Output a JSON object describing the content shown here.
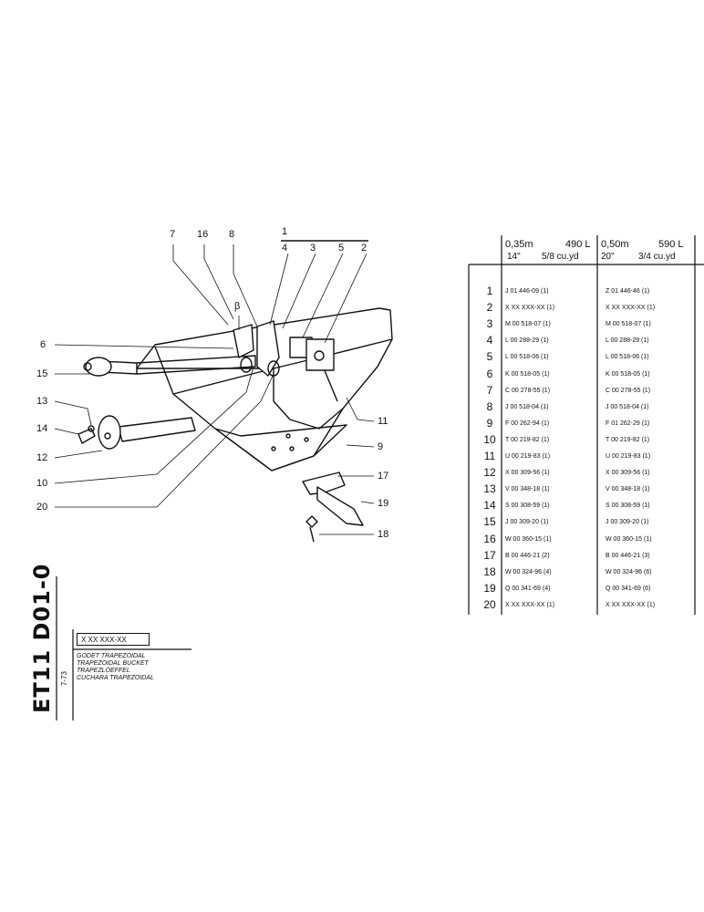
{
  "callouts": {
    "n1": "1",
    "n2": "2",
    "n3": "3",
    "n4": "4",
    "n5": "5",
    "n6": "6",
    "n7": "7",
    "n8": "8",
    "n9": "9",
    "n10": "10",
    "n11": "11",
    "n12": "12",
    "n13": "13",
    "n14": "14",
    "n15": "15",
    "n16": "16",
    "n17": "17",
    "n18": "18",
    "n19": "19",
    "n20": "20",
    "beta": "β"
  },
  "catalog": {
    "code": "ET11 D01-0",
    "date": "7-73",
    "part_number": "X XX XXX-XX",
    "names": [
      "GODET TRAPEZOIDAL",
      "TRAPEZOIDAL BUCKET",
      "TRAPEZLOEFFEL",
      "CUCHARA TRAPEZOIDAL"
    ]
  },
  "table": {
    "col1": {
      "capacity_m": "0,35m",
      "capacity_l": "490 L",
      "width_in": "14\"",
      "cu_yd": "5/8 cu.yd"
    },
    "col2": {
      "capacity_m": "0,50m",
      "capacity_l": "590 L",
      "width_in": "20\"",
      "cu_yd": "3/4 cu.yd"
    },
    "rows": [
      {
        "num": "1",
        "c1": "J 01 446-09  (1)",
        "c2": "Z 01 446-46  (1)"
      },
      {
        "num": "2",
        "c1": "X XX XXX-XX  (1)",
        "c2": "X XX XXX-XX  (1)"
      },
      {
        "num": "3",
        "c1": "M 00 518-07  (1)",
        "c2": "M 00 518-07  (1)"
      },
      {
        "num": "4",
        "c1": "L 00 288-29  (1)",
        "c2": "L 00 288-29  (1)"
      },
      {
        "num": "5",
        "c1": "L 00 518-06  (1)",
        "c2": "L 00 518-06  (1)"
      },
      {
        "num": "6",
        "c1": "K 00 518-05  (1)",
        "c2": "K 00 518-05  (1)"
      },
      {
        "num": "7",
        "c1": "C 00 278-55  (1)",
        "c2": "C 00 278-55  (1)"
      },
      {
        "num": "8",
        "c1": "J 00 518-04  (1)",
        "c2": "J 00 518-04  (1)"
      },
      {
        "num": "9",
        "c1": "F 00 262-94  (1)",
        "c2": "F 01 262-29  (1)"
      },
      {
        "num": "10",
        "c1": "T 00 219-82  (1)",
        "c2": "T 00 219-82  (1)"
      },
      {
        "num": "11",
        "c1": "U 00 219-83  (1)",
        "c2": "U 00 219-83  (1)"
      },
      {
        "num": "12",
        "c1": "X 00 309-56  (1)",
        "c2": "X 00 309-56  (1)"
      },
      {
        "num": "13",
        "c1": "V 00 348-18  (1)",
        "c2": "V 00 348-18  (1)"
      },
      {
        "num": "14",
        "c1": "S 00 308-59  (1)",
        "c2": "S 00 308-59  (1)"
      },
      {
        "num": "15",
        "c1": "J 00 309-20  (1)",
        "c2": "J 00 309-20  (1)"
      },
      {
        "num": "16",
        "c1": "W 00 360-15  (1)",
        "c2": "W 00 360-15  (1)"
      },
      {
        "num": "17",
        "c1": "B 00 446-21  (2)",
        "c2": "B 00 446-21  (3)"
      },
      {
        "num": "18",
        "c1": "W 00 324-96  (4)",
        "c2": "W 00 324-96  (6)"
      },
      {
        "num": "19",
        "c1": "Q 00 341-69  (4)",
        "c2": "Q 00 341-69  (6)"
      },
      {
        "num": "20",
        "c1": "X XX XXX-XX  (1)",
        "c2": "X XX XXX-XX  (1)"
      }
    ]
  }
}
